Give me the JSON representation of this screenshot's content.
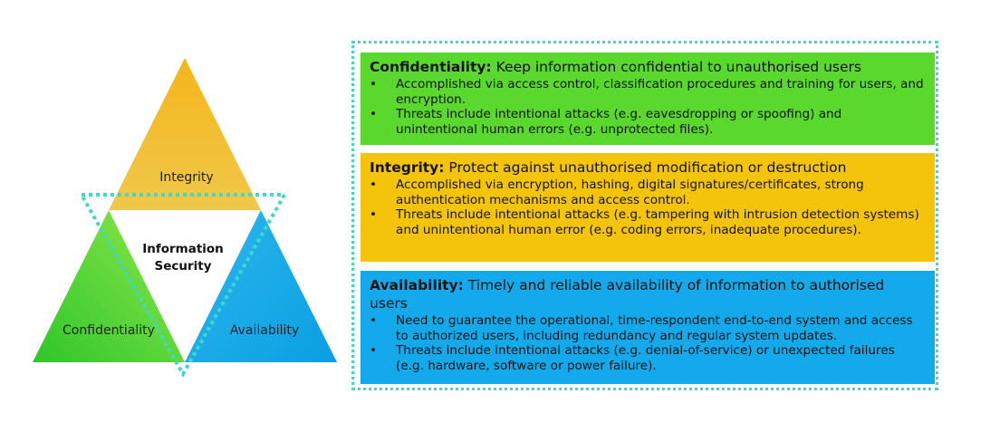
{
  "triad": {
    "top_label": "Integrity",
    "left_label": "Confidentiality",
    "right_label": "Availability",
    "center_label_line1": "Information",
    "center_label_line2": "Security",
    "colors": {
      "integrity": "#f2bd20",
      "confidentiality": "#52d52c",
      "availability": "#12a8e8",
      "dotted_outline": "#3fd9c8"
    }
  },
  "cards": [
    {
      "id": "confidentiality",
      "term": "Confidentiality:",
      "title": " Keep information confidential to unauthorised users",
      "color": "#5ad82e",
      "bullets": [
        "Accomplished via access control, classification procedures and training for users, and encryption.",
        "Threats include intentional attacks (e.g. eavesdropping or spoofing) and unintentional human errors (e.g. unprotected files)."
      ]
    },
    {
      "id": "integrity",
      "term": "Integrity:",
      "title": " Protect against unauthorised modification or destruction",
      "color": "#f4c40b",
      "bullets": [
        "Accomplished via encryption, hashing, digital signatures/certificates, strong authentication mechanisms and access control.",
        "Threats include intentional attacks (e.g. tampering with intrusion detection systems) and unintentional human error (e.g. coding errors, inadequate procedures)."
      ]
    },
    {
      "id": "availability",
      "term": "Availability:",
      "title": " Timely and reliable availability of information to authorised users",
      "color": "#14a9ea",
      "bullets": [
        "Need to guarantee the operational, time-respondent end-to-end system and access to authorized users, including redundancy and regular system updates.",
        "Threats include intentional attacks (e.g. denial-of-service) or unexpected failures (e.g. hardware, software or power failure)."
      ]
    }
  ]
}
